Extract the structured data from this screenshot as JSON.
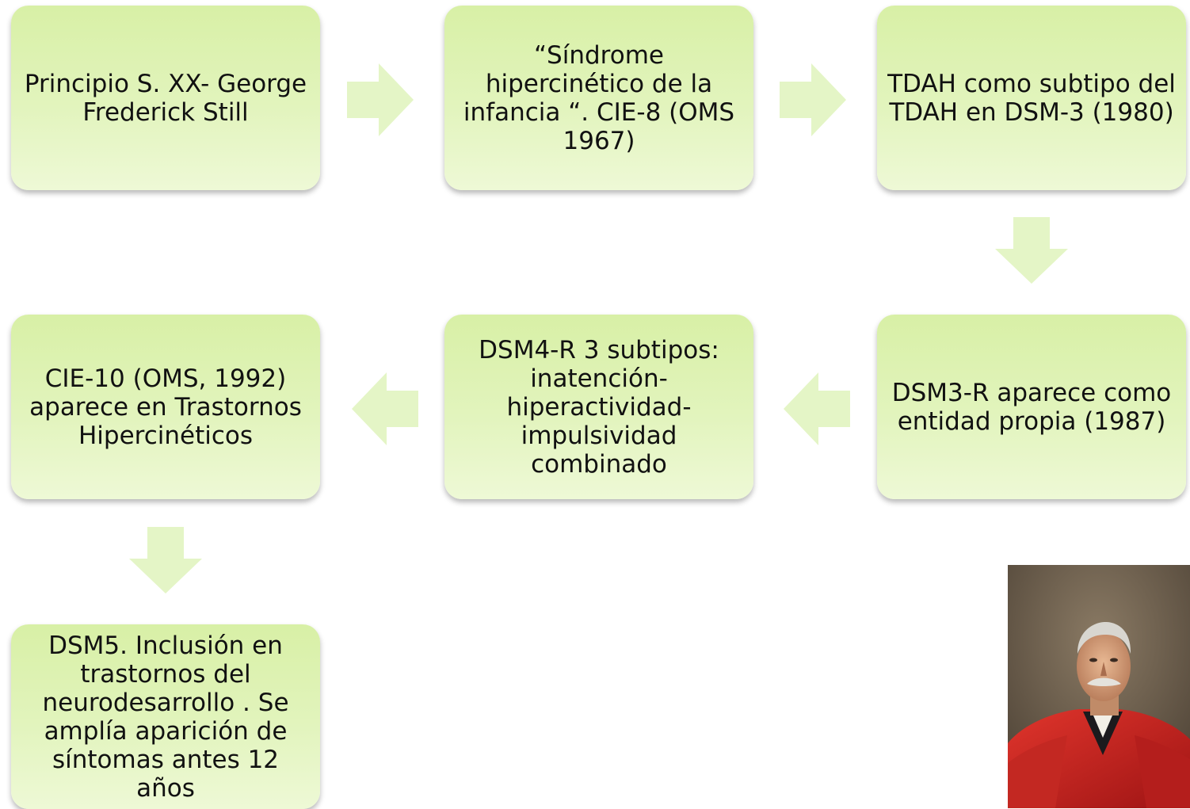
{
  "diagram": {
    "nodes": [
      {
        "id": "n1",
        "text": "Principio S. XX- George\nFrederick Still"
      },
      {
        "id": "n2",
        "text": "“Síndrome\nhipercinético de la\ninfancia “. CIE-8 (OMS\n1967)"
      },
      {
        "id": "n3",
        "text": "TDAH como subtipo del\nTDAH en DSM-3 (1980)"
      },
      {
        "id": "n4",
        "text": "DSM3-R aparece como\nentidad propia (1987)"
      },
      {
        "id": "n5",
        "text": "DSM4-R 3 subtipos:\ninatención-\nhiperactividad-\nimpulsividad\ncombinado"
      },
      {
        "id": "n6",
        "text": "CIE-10 (OMS, 1992)\naparece en Trastornos\nHipercinéticos"
      },
      {
        "id": "n7",
        "text": "DSM5. Inclusión en\ntrastornos del\nneurodesarrollo . Se\namplía aparición de\nsíntomas antes 12 años"
      }
    ],
    "edges": [
      {
        "from": "n1",
        "to": "n2",
        "direction": "right"
      },
      {
        "from": "n2",
        "to": "n3",
        "direction": "right"
      },
      {
        "from": "n3",
        "to": "n4",
        "direction": "down"
      },
      {
        "from": "n4",
        "to": "n5",
        "direction": "left"
      },
      {
        "from": "n5",
        "to": "n6",
        "direction": "left"
      },
      {
        "from": "n6",
        "to": "n7",
        "direction": "down"
      }
    ]
  },
  "colors": {
    "box_top": "#d8f0a6",
    "box_bottom": "#eef9d6",
    "arrow_fill": "#e4f5c6"
  },
  "portrait": {
    "icon": "portrait-photo"
  }
}
